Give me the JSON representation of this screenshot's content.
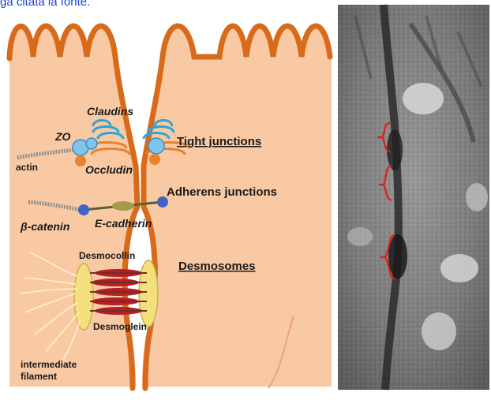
{
  "caption": {
    "text": "ga citata la fonte."
  },
  "diagram": {
    "labels": {
      "claudins": "Claudins",
      "zo": "ZO",
      "actin": "actin",
      "occludin": "Occludin",
      "tight_junctions": "Tight junctions",
      "adherens_junctions": "Adherens junctions",
      "beta_catenin": "β-catenin",
      "e_cadherin": "E-cadherin",
      "desmocollin": "Desmocollin",
      "desmosomes": "Desmosomes",
      "desmoglein": "Desmoglein",
      "intermediate_filament_line1": "intermediate",
      "intermediate_filament_line2": "filament"
    },
    "colors": {
      "cytoplasm": "#f9c9a3",
      "membrane": "#d86a1c",
      "claudin": "#29a7d6",
      "occludin": "#e8822d",
      "zo": "#7fc4ea",
      "cadherin": "#a29a4c",
      "catenin": "#3f63c9",
      "plaque": "#f3e07c",
      "desmoglein": "#b21f2a",
      "bracket": "#e11b1b"
    }
  },
  "micrograph": {
    "brackets": 3
  }
}
